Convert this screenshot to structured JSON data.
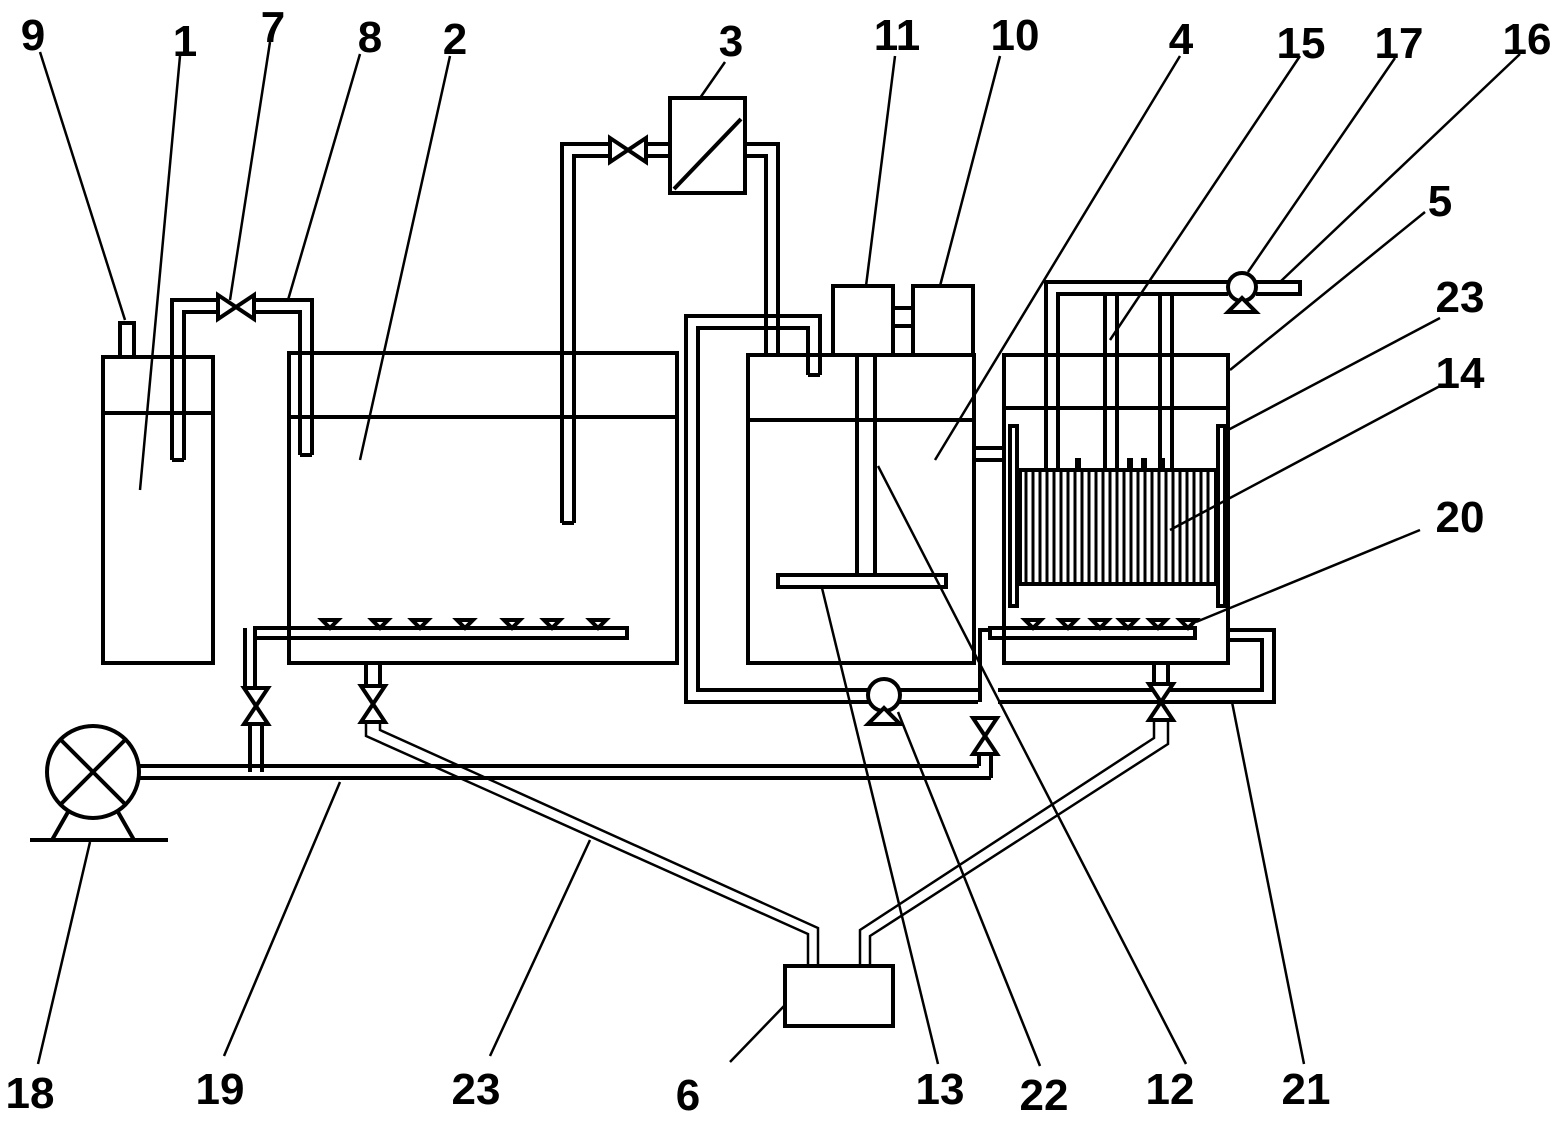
{
  "labels": {
    "n1": "1",
    "n2": "2",
    "n3": "3",
    "n4": "4",
    "n5": "5",
    "n6": "6",
    "n7": "7",
    "n8": "8",
    "n9": "9",
    "n10": "10",
    "n11": "11",
    "n12": "12",
    "n13": "13",
    "n14": "14",
    "n15": "15",
    "n16": "16",
    "n17": "17",
    "n18": "18",
    "n19": "19",
    "n20": "20",
    "n21": "21",
    "n22": "22",
    "n23a": "23",
    "n23b": "23"
  }
}
